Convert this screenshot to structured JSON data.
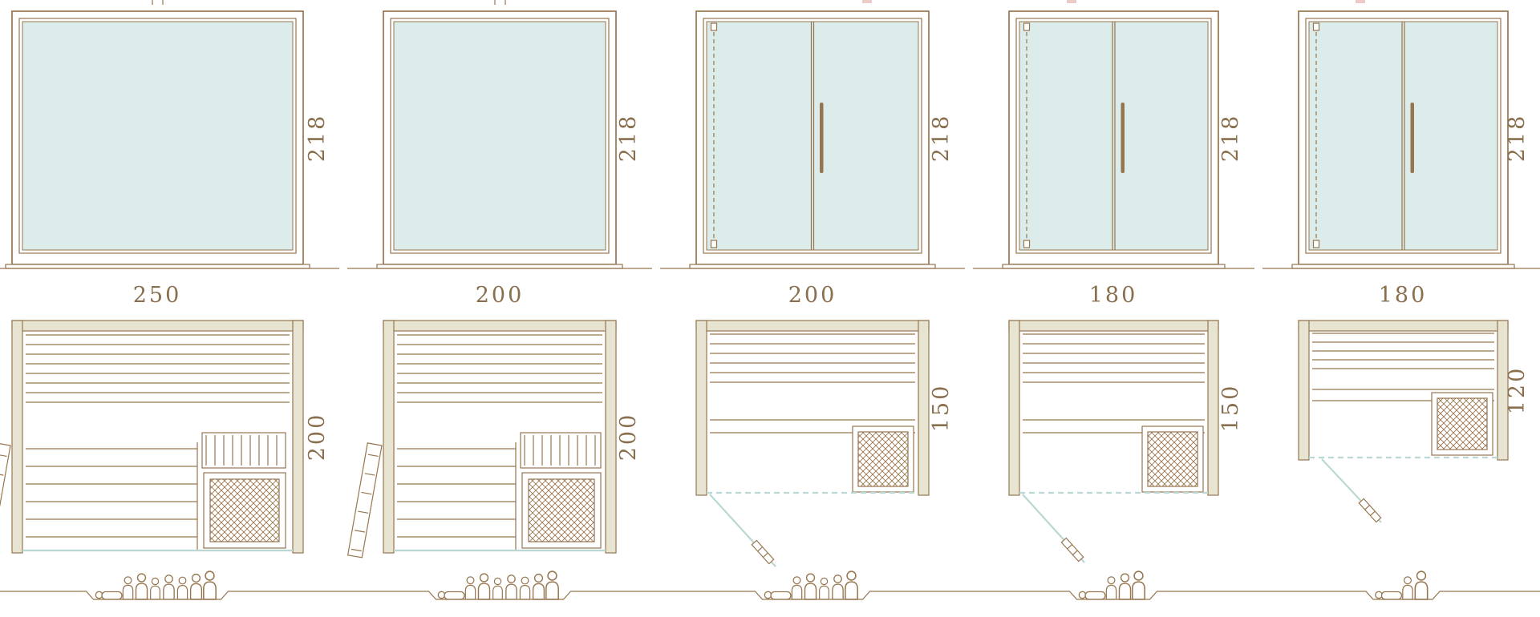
{
  "diagram_title": "sauna-model-size-comparison",
  "colors": {
    "line": "#96764f",
    "label": "#8a6f4e",
    "glass": "#dcecea",
    "wall": "#e8e4d2",
    "accent": "#b9d8d3",
    "mark": "#eecac6",
    "background": "#ffffff"
  },
  "models": [
    {
      "front": {
        "width": "250",
        "height": "218",
        "style": "fixed-glass-panel"
      },
      "plan": {
        "depth": "200",
        "door": "hinged-side-door-open",
        "heater": "crosshatch-heater-bottom-right"
      },
      "capacity": 8
    },
    {
      "front": {
        "width": "200",
        "height": "218",
        "style": "fixed-glass-panel"
      },
      "plan": {
        "depth": "200",
        "door": "hinged-side-door-open",
        "heater": "crosshatch-heater-bottom-right"
      },
      "capacity": 8
    },
    {
      "front": {
        "width": "200",
        "height": "218",
        "style": "double-glass-door"
      },
      "plan": {
        "depth": "150",
        "door": "front-glass-door-open",
        "heater": "crosshatch-heater-bottom-right"
      },
      "capacity": 6
    },
    {
      "front": {
        "width": "180",
        "height": "218",
        "style": "double-glass-door"
      },
      "plan": {
        "depth": "150",
        "door": "front-glass-door-open",
        "heater": "crosshatch-heater-bottom-right"
      },
      "capacity": 4
    },
    {
      "front": {
        "width": "180",
        "height": "218",
        "style": "double-glass-door"
      },
      "plan": {
        "depth": "120",
        "door": "front-glass-door-open",
        "heater": "crosshatch-heater-right"
      },
      "capacity": 3
    }
  ]
}
